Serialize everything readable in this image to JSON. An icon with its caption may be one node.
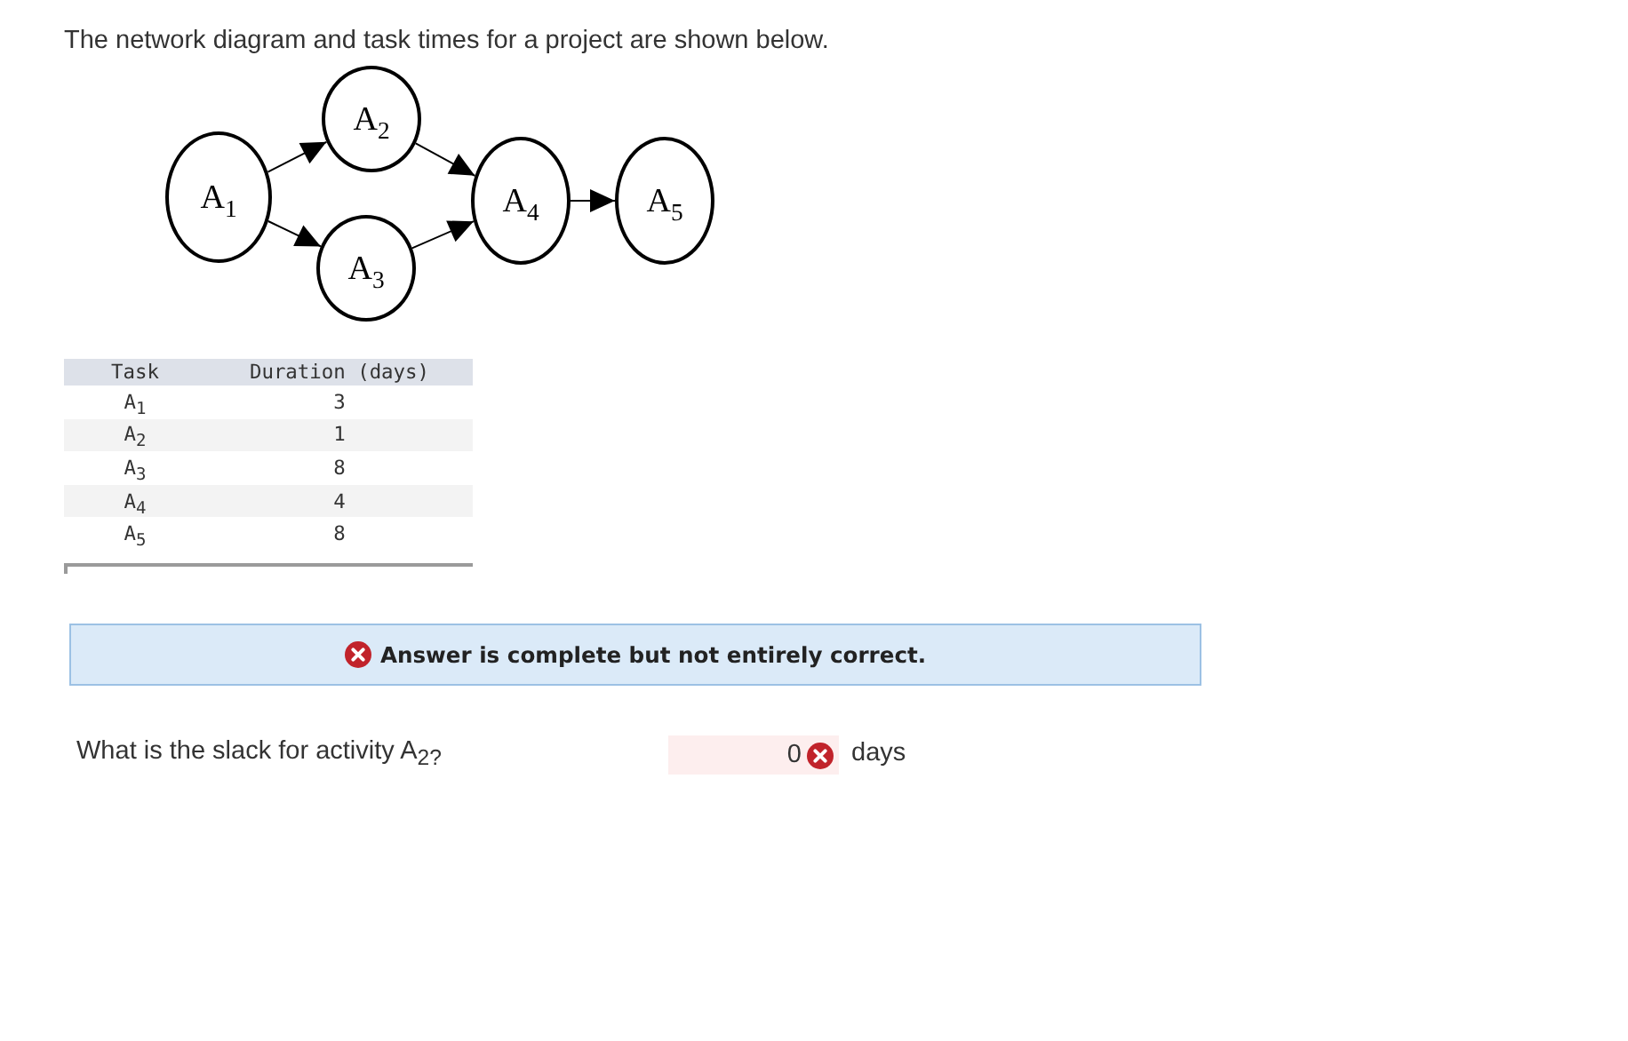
{
  "diagram": {
    "title": "The network diagram and task times for a project are shown below.",
    "nodes": [
      {
        "text": [
          "A$_{1}$"
        ]
      },
      {
        "text": [
          "A$_{2}$"
        ]
      },
      {
        "text": [
          "A$_{3}$"
        ]
      },
      {
        "text": [
          "A$_{4}$"
        ]
      },
      {
        "text": [
          "A$_{5}$"
        ]
      }
    ],
    "edges": [
      {
        "from": 0,
        "to": 1,
        "arrow": "to"
      },
      {
        "from": 0,
        "to": 2,
        "arrow": "to"
      },
      {
        "from": 1,
        "to": 3,
        "arrow": "to"
      },
      {
        "from": 2,
        "to": 3,
        "arrow": "to"
      },
      {
        "from": 3,
        "to": 4,
        "arrow": "to"
      }
    ],
    "labels": [
      "Task",
      "Duration (days)",
      "A$_{1}$",
      "3",
      "A$_{2}$",
      "1",
      "A$_{3}$",
      "8",
      "A$_{4}$",
      "4",
      "A$_{5}$",
      "8",
      "Answer is complete but not entirely correct.",
      "What is the slack for activity A$_{2?}$",
      "0",
      "days"
    ]
  }
}
